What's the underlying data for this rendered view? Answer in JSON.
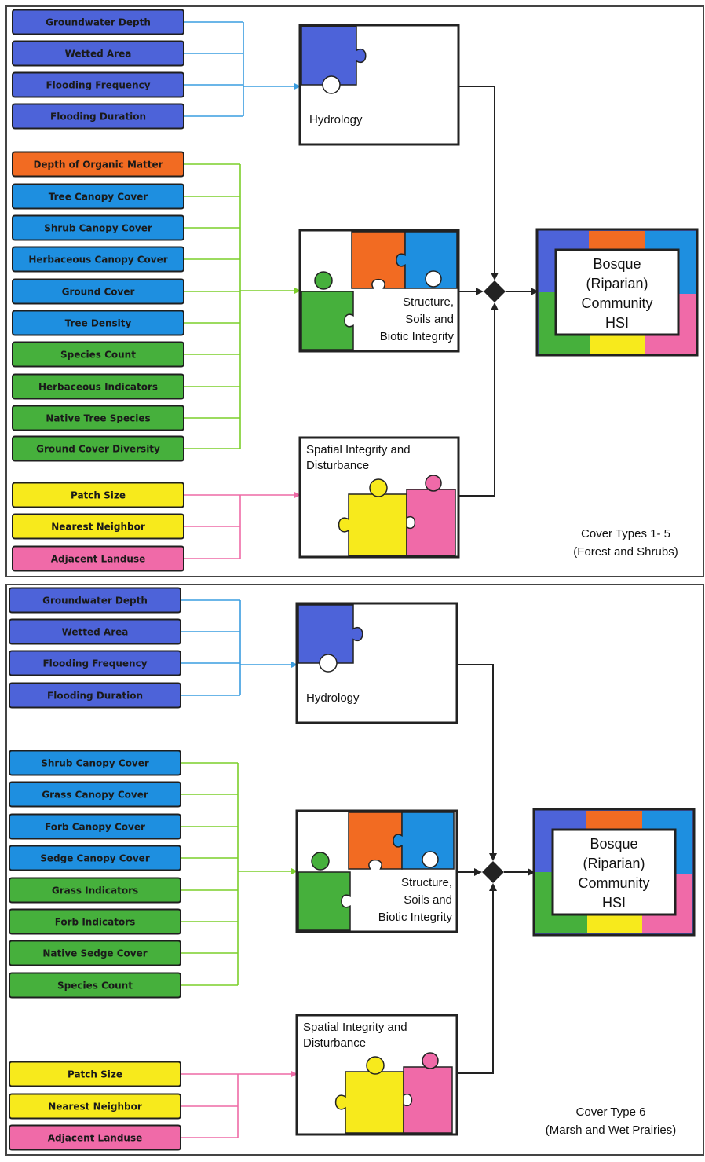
{
  "colors": {
    "blue": "#4d63d9",
    "sky": "#1e8fe0",
    "orange": "#f26b22",
    "green": "#46b03c",
    "yellow": "#f7ea1c",
    "pink": "#f06aa8",
    "hydro_line": "#3a9de0",
    "struct_line": "#7ccf2a",
    "spatial_line": "#ee6aa6",
    "arrow": "#222222"
  },
  "panels": [
    {
      "hydrology": {
        "title": "Hydrology",
        "inputs": [
          {
            "label": "Groundwater Depth",
            "color": "blue"
          },
          {
            "label": "Wetted Area",
            "color": "blue"
          },
          {
            "label": "Flooding Frequency",
            "color": "blue"
          },
          {
            "label": "Flooding Duration",
            "color": "blue"
          }
        ]
      },
      "structure": {
        "title_lines": [
          "Structure,",
          "Soils and",
          "Biotic Integrity"
        ],
        "inputs": [
          {
            "label": "Depth of Organic Matter",
            "color": "orange"
          },
          {
            "label": "Tree Canopy Cover",
            "color": "sky"
          },
          {
            "label": "Shrub Canopy Cover",
            "color": "sky"
          },
          {
            "label": "Herbaceous Canopy Cover",
            "color": "sky"
          },
          {
            "label": "Ground Cover",
            "color": "sky"
          },
          {
            "label": "Tree Density",
            "color": "sky"
          },
          {
            "label": "Species Count",
            "color": "green"
          },
          {
            "label": "Herbaceous Indicators",
            "color": "green"
          },
          {
            "label": "Native Tree Species",
            "color": "green"
          },
          {
            "label": "Ground Cover Diversity",
            "color": "green"
          }
        ]
      },
      "spatial": {
        "title_lines": [
          "Spatial Integrity and",
          "Disturbance"
        ],
        "inputs": [
          {
            "label": "Patch Size",
            "color": "yellow"
          },
          {
            "label": "Nearest Neighbor",
            "color": "yellow"
          },
          {
            "label": "Adjacent Landuse",
            "color": "pink"
          }
        ]
      },
      "hsi_lines": [
        "Bosque",
        "(Riparian)",
        "Community",
        "HSI"
      ],
      "cover_lines": [
        "Cover Types 1- 5",
        "(Forest and Shrubs)"
      ]
    },
    {
      "hydrology": {
        "title": "Hydrology",
        "inputs": [
          {
            "label": "Groundwater Depth",
            "color": "blue"
          },
          {
            "label": "Wetted Area",
            "color": "blue"
          },
          {
            "label": "Flooding Frequency",
            "color": "blue"
          },
          {
            "label": "Flooding Duration",
            "color": "blue"
          }
        ]
      },
      "structure": {
        "title_lines": [
          "Structure,",
          "Soils and",
          "Biotic Integrity"
        ],
        "inputs": [
          {
            "label": "Shrub Canopy Cover",
            "color": "sky"
          },
          {
            "label": "Grass Canopy Cover",
            "color": "sky"
          },
          {
            "label": "Forb Canopy Cover",
            "color": "sky"
          },
          {
            "label": "Sedge Canopy Cover",
            "color": "sky"
          },
          {
            "label": "Grass Indicators",
            "color": "green"
          },
          {
            "label": "Forb Indicators",
            "color": "green"
          },
          {
            "label": "Native Sedge Cover",
            "color": "green"
          },
          {
            "label": "Species Count",
            "color": "green"
          }
        ]
      },
      "spatial": {
        "title_lines": [
          "Spatial Integrity and",
          "Disturbance"
        ],
        "inputs": [
          {
            "label": "Patch Size",
            "color": "yellow"
          },
          {
            "label": "Nearest Neighbor",
            "color": "yellow"
          },
          {
            "label": "Adjacent Landuse",
            "color": "pink"
          }
        ]
      },
      "hsi_lines": [
        "Bosque",
        "(Riparian)",
        "Community",
        "HSI"
      ],
      "cover_lines": [
        "Cover Type 6",
        "(Marsh and Wet Prairies)"
      ]
    }
  ]
}
